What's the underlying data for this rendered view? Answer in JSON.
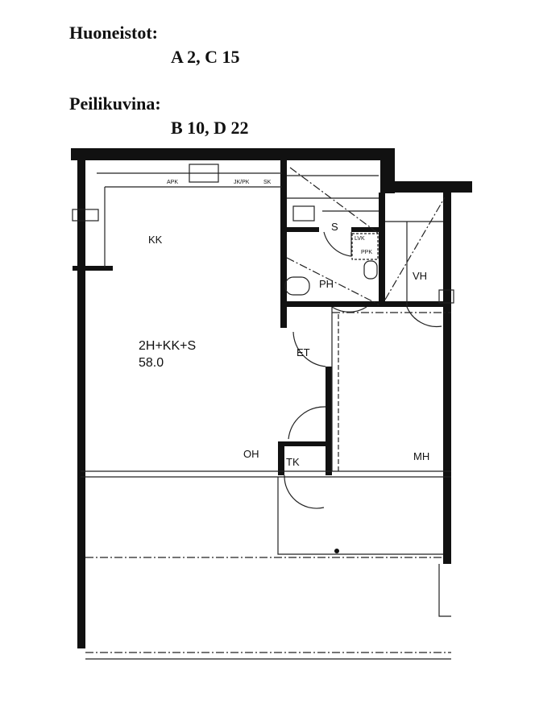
{
  "header": {
    "apartments_label": "Huoneistot:",
    "apartments_value": "A 2, C 15",
    "mirrored_label": "Peilikuvina:",
    "mirrored_value": "B 10, D 22"
  },
  "plan": {
    "rooms": {
      "kitchen": "KK",
      "sauna": "S",
      "bathroom": "PH",
      "closet": "VH",
      "entry": "ET",
      "living": "OH",
      "bedroom": "MH",
      "wardrobe": "TK"
    },
    "fixtures": {
      "apk": "APK",
      "jk_pk": "JK/PK",
      "sk": "SK",
      "lvk": "LVK",
      "ppk": "PPK"
    },
    "type": "2H+KK+S",
    "area": "58.0"
  }
}
